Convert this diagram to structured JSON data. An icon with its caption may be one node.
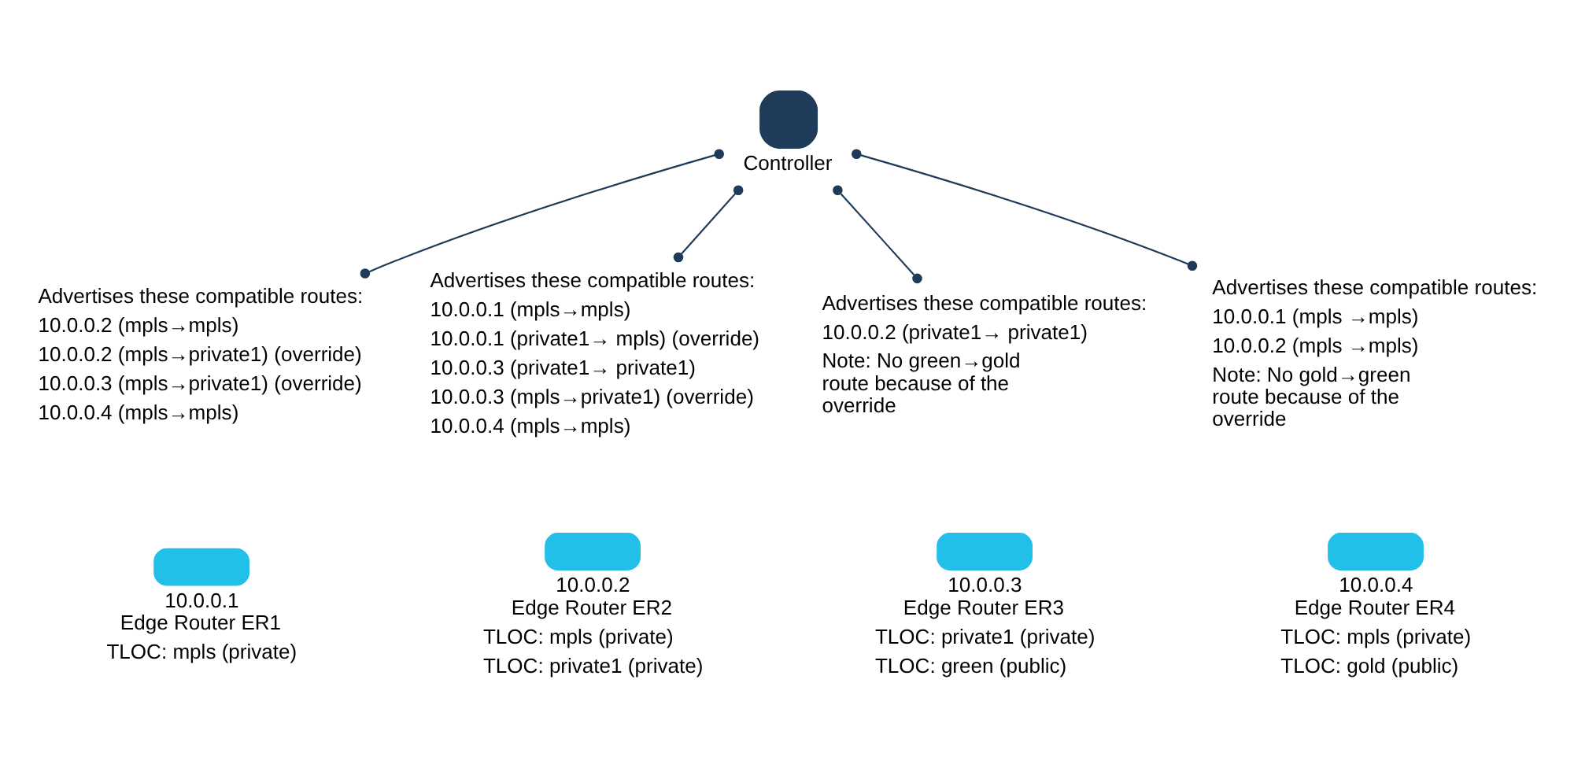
{
  "diagram": {
    "nodes": [
      {
        "text": [
          "Controller"
        ]
      },
      {
        "text": [
          "Advertises these compatible routes:",
          "10.0.0.2 (mpls→mpls)",
          "10.0.0.2 (mpls→private1) (override)",
          "10.0.0.3 (mpls→private1) (override)",
          "10.0.0.4 (mpls→mpls)"
        ]
      },
      {
        "text": [
          "Advertises these compatible routes:",
          "10.0.0.1 (mpls→mpls)",
          "10.0.0.1 (private1→ mpls) (override)",
          "10.0.0.3 (private1→ private1)",
          "10.0.0.3 (mpls→private1) (override)",
          "10.0.0.4 (mpls→mpls)"
        ]
      },
      {
        "text": [
          "Advertises these compatible routes:",
          "10.0.0.2 (private1→ private1)",
          "Note: No green→gold route because of the override"
        ]
      },
      {
        "text": [
          "Advertises these compatible routes:",
          "10.0.0.1 (mpls →mpls)",
          "10.0.0.2 (mpls →mpls)",
          "Note: No gold→green route because of the override"
        ]
      },
      {
        "text": [
          "10.0.0.1 Edge Router ER1",
          "TLOC: mpls (private)"
        ]
      },
      {
        "text": [
          "10.0.0.2 Edge Router ER2",
          "TLOC: mpls (private)",
          "TLOC: private1 (private)"
        ]
      },
      {
        "text": [
          "10.0.0.3 Edge Router ER3",
          "TLOC: private1 (private)",
          "TLOC: green (public)"
        ]
      },
      {
        "text": [
          "10.0.0.4 Edge Router ER4",
          "TLOC: mpls (private)",
          "TLOC: gold (public)"
        ]
      }
    ],
    "edges": [
      {
        "from": 0,
        "to": 1,
        "arrow": "other"
      },
      {
        "from": 0,
        "to": 2,
        "arrow": "other"
      },
      {
        "from": 0,
        "to": 3,
        "arrow": "other"
      },
      {
        "from": 0,
        "to": 4,
        "arrow": "other"
      }
    ]
  }
}
